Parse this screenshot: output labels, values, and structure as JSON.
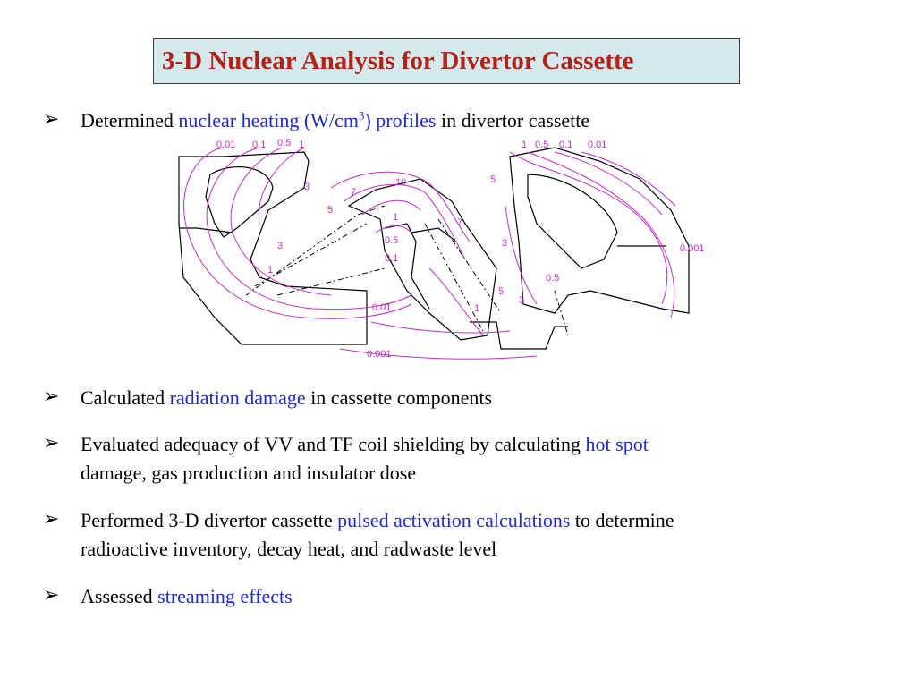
{
  "title": "3-D Nuclear Analysis for Divertor Cassette",
  "bullet_icon": "arrow-bullet-icon",
  "bullets": [
    {
      "pre": "Determined ",
      "hl": "nuclear heating (W/cm",
      "sup": "3",
      "hl2": ") profiles",
      "post": " in divertor cassette"
    },
    {
      "pre": "Calculated ",
      "hl": "radiation damage",
      "post": " in cassette components"
    },
    {
      "pre": "Evaluated adequacy of VV and TF coil shielding by calculating ",
      "hl": "hot spot",
      "line2": "damage, gas production and insulator dose"
    },
    {
      "pre": "Performed 3-D divertor cassette ",
      "hl": "pulsed activation calculations",
      "post": " to determine",
      "line2": "radioactive inventory, decay heat, and radwaste level"
    },
    {
      "pre": "Assessed ",
      "hl": "streaming effects"
    }
  ],
  "figure_labels": {
    "top_left": [
      "0.01",
      "0.1",
      "0.5",
      "1"
    ],
    "top_right": [
      "1",
      "0.5",
      "0.1",
      "0.01"
    ],
    "l3": "3",
    "l7": "7",
    "l10": "10",
    "l5a": "5",
    "l5b": "5",
    "l1a": "1",
    "l7b": "7",
    "l3b": "3",
    "l05a": "0.5",
    "l01": "0.1",
    "l3c": "3",
    "l1b": "1",
    "l0001a": "0.001",
    "l05b": "0.5",
    "l5c": "5",
    "l3d": "3",
    "l1c": "1",
    "l001": "0.01",
    "l0001b": "0.001"
  },
  "colors": {
    "title_bg": "#d5e8eb",
    "title_text": "#b02318",
    "highlight": "#1f2bc8",
    "contour": "#c22ec2"
  }
}
